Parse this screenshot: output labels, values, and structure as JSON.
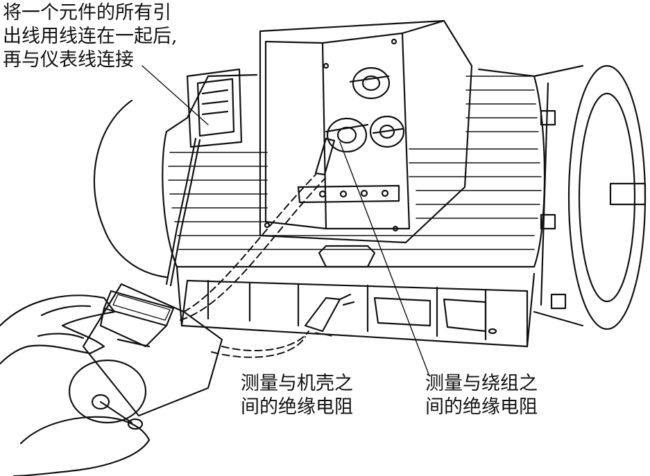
{
  "annotations": {
    "connect_leads": {
      "lines": [
        "将一个元件的所有引",
        "出线用线连在一起后,",
        "再与仪表线连接"
      ]
    },
    "case_insulation": {
      "lines": [
        "测量与机壳之",
        "间的绝缘电阻"
      ]
    },
    "winding_insulation": {
      "lines": [
        "测量与绕组之",
        "间的绝缘电阻"
      ]
    }
  }
}
